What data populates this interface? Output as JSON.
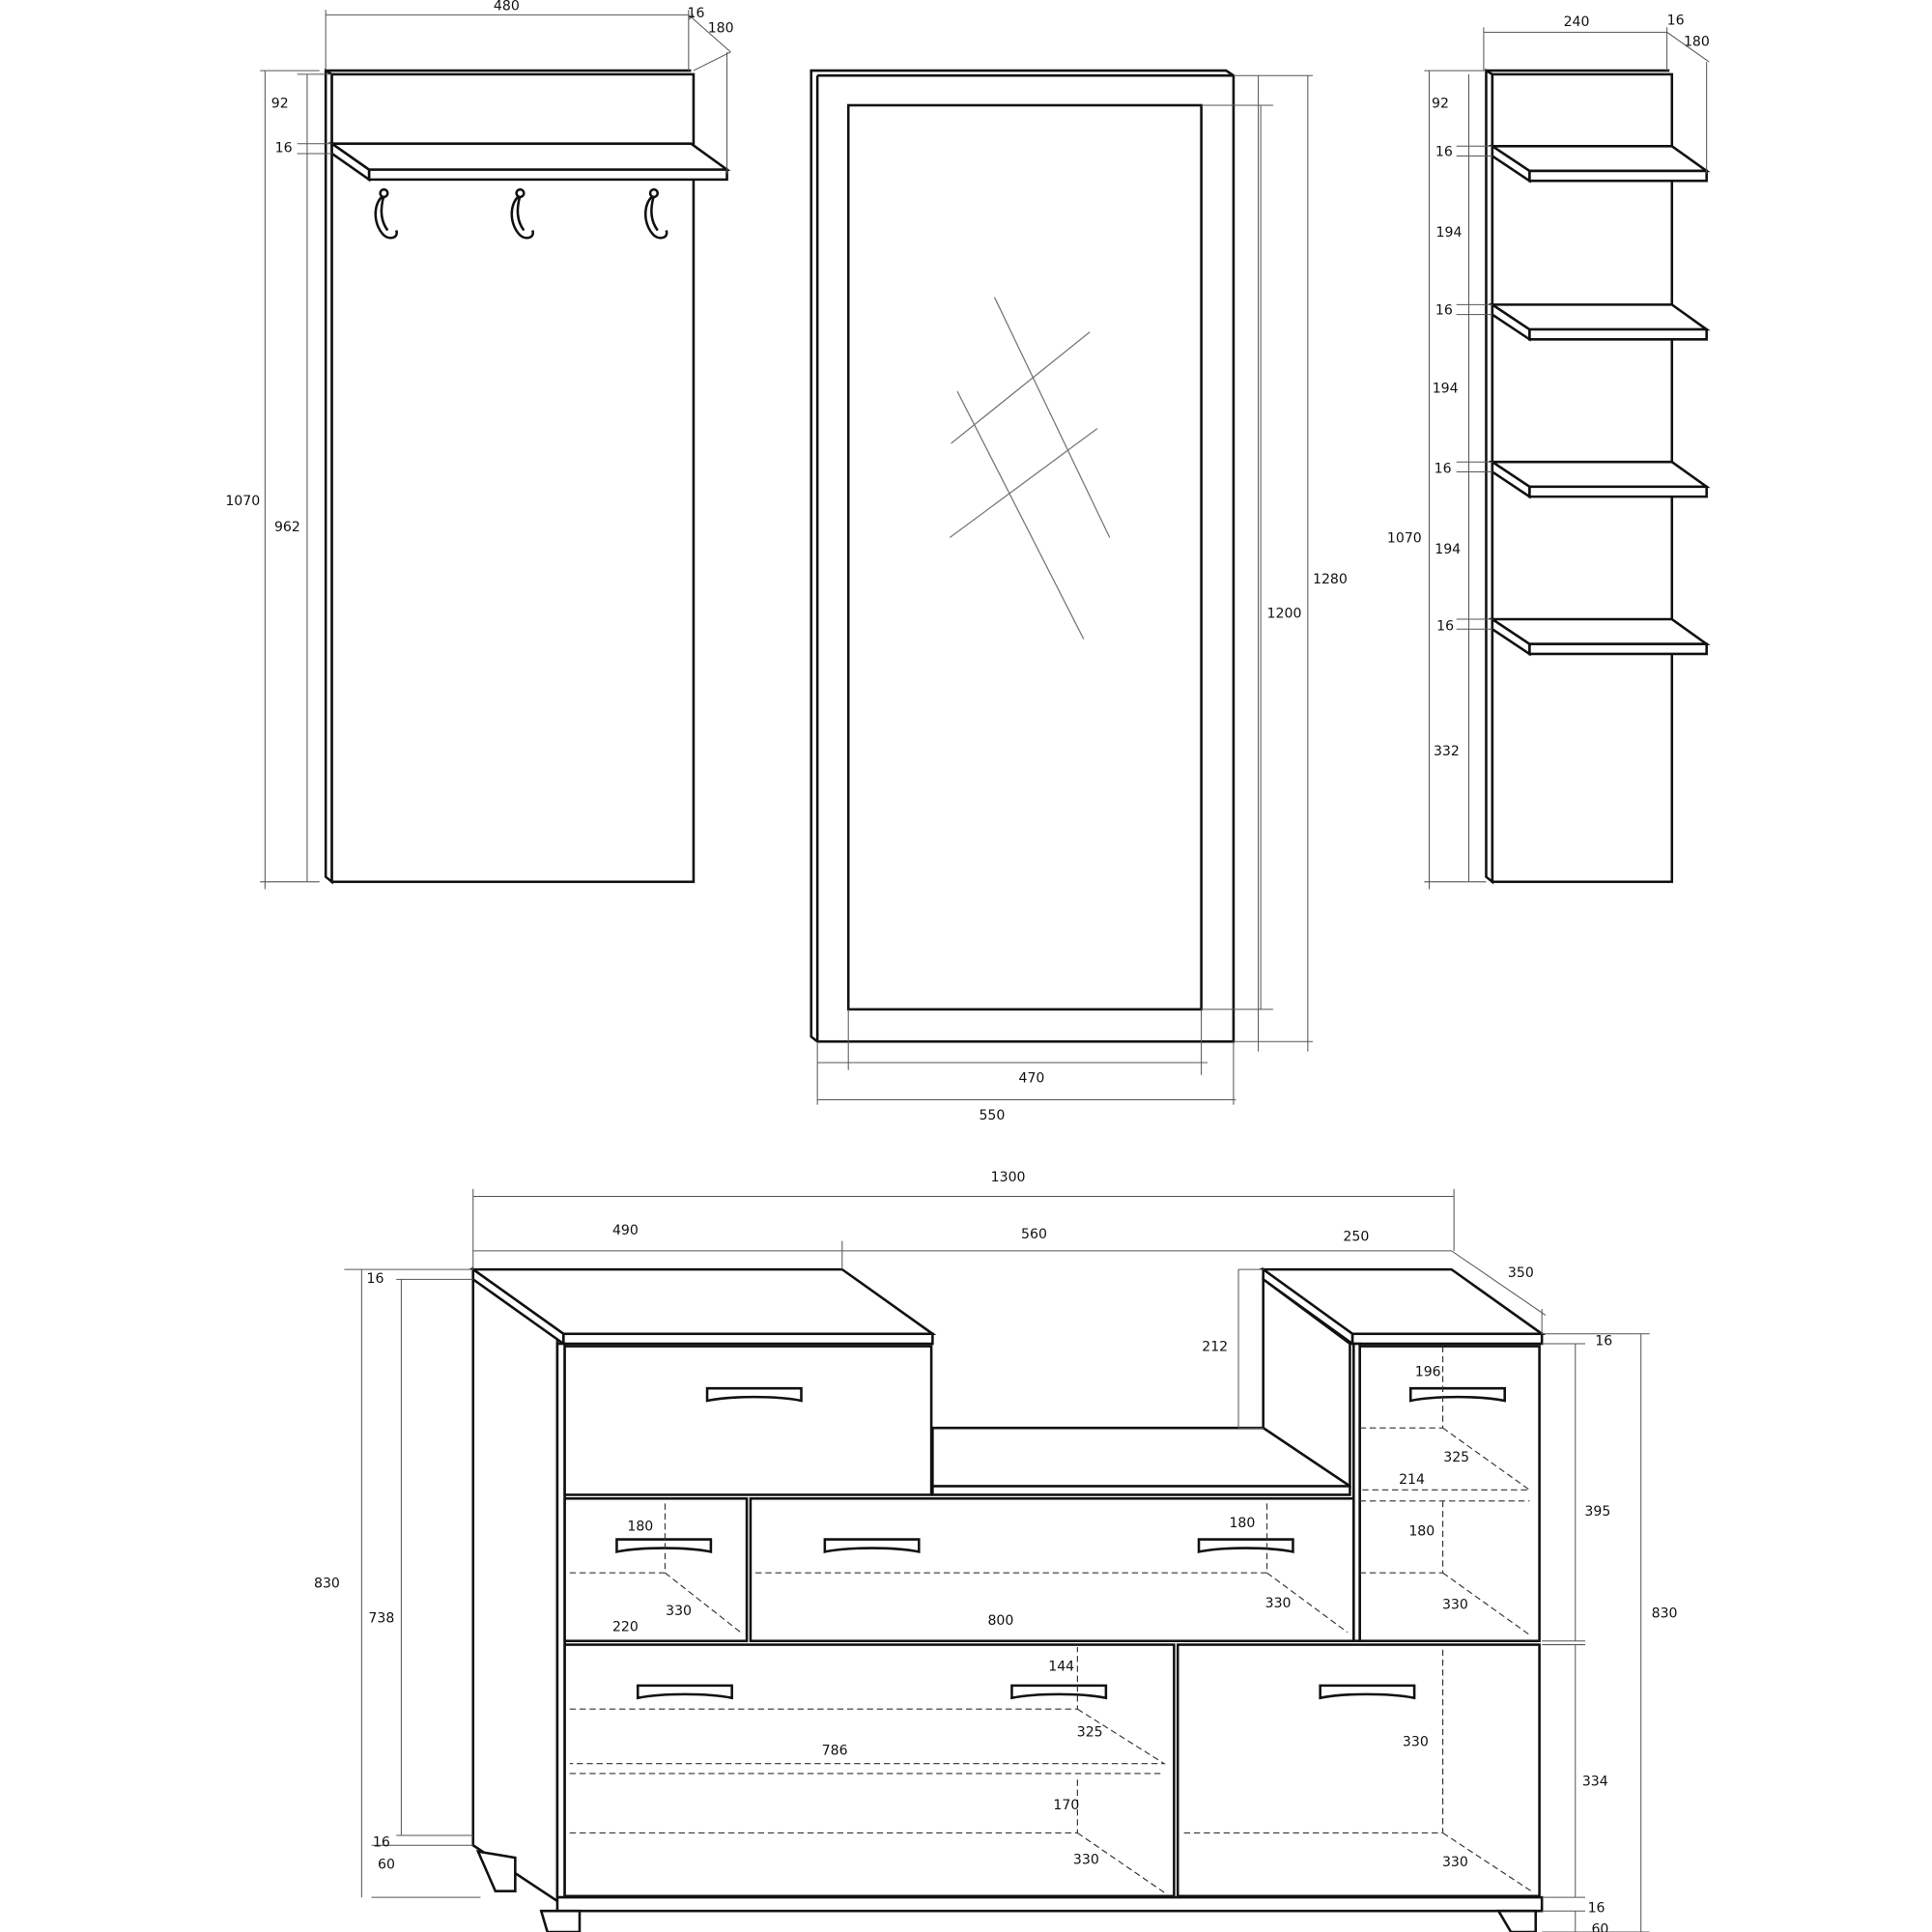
{
  "coat_rack": {
    "dims": [
      "480",
      "16",
      "180",
      "92",
      "16",
      "962",
      "1070"
    ]
  },
  "mirror": {
    "dims": [
      "470",
      "550",
      "1200",
      "1280"
    ]
  },
  "shelf_unit": {
    "dims": [
      "240",
      "16",
      "180",
      "92",
      "16",
      "194",
      "16",
      "194",
      "16",
      "194",
      "16",
      "332",
      "1070"
    ]
  },
  "cabinet": {
    "dims": [
      "1300",
      "490",
      "560",
      "250",
      "350",
      "16",
      "212",
      "16",
      "196",
      "325",
      "214",
      "395",
      "180",
      "180",
      "180",
      "830",
      "738",
      "330",
      "330",
      "330",
      "220",
      "800",
      "144",
      "325",
      "330",
      "786",
      "334",
      "830",
      "170",
      "16",
      "60",
      "330",
      "330",
      "16",
      "60"
    ]
  }
}
